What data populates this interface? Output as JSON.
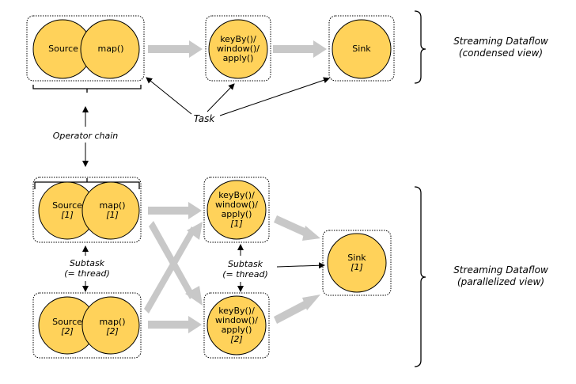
{
  "condensed": {
    "source": "Source",
    "map": "map()",
    "window_lines": [
      "keyBy()/",
      "window()/",
      "apply()"
    ],
    "sink": "Sink"
  },
  "parallel": {
    "source1": [
      "Source",
      "[1]"
    ],
    "map1": [
      "map()",
      "[1]"
    ],
    "window1": [
      "keyBy()/",
      "window()/",
      "apply()",
      "[1]"
    ],
    "source2": [
      "Source",
      "[2]"
    ],
    "map2": [
      "map()",
      "[2]"
    ],
    "window2": [
      "keyBy()/",
      "window()/",
      "apply()",
      "[2]"
    ],
    "sink": [
      "Sink",
      "[1]"
    ]
  },
  "labels": {
    "task": "Task",
    "operator_chain": "Operator chain",
    "subtask": [
      "Subtask",
      "(= thread)"
    ],
    "condensed_view": [
      "Streaming Dataflow",
      "(condensed view)"
    ],
    "parallel_view": [
      "Streaming Dataflow",
      "(parallelized view)"
    ]
  },
  "colors": {
    "node_fill": "#FFD25A",
    "arrow_gray": "#C8C8C8",
    "border": "#000000"
  }
}
